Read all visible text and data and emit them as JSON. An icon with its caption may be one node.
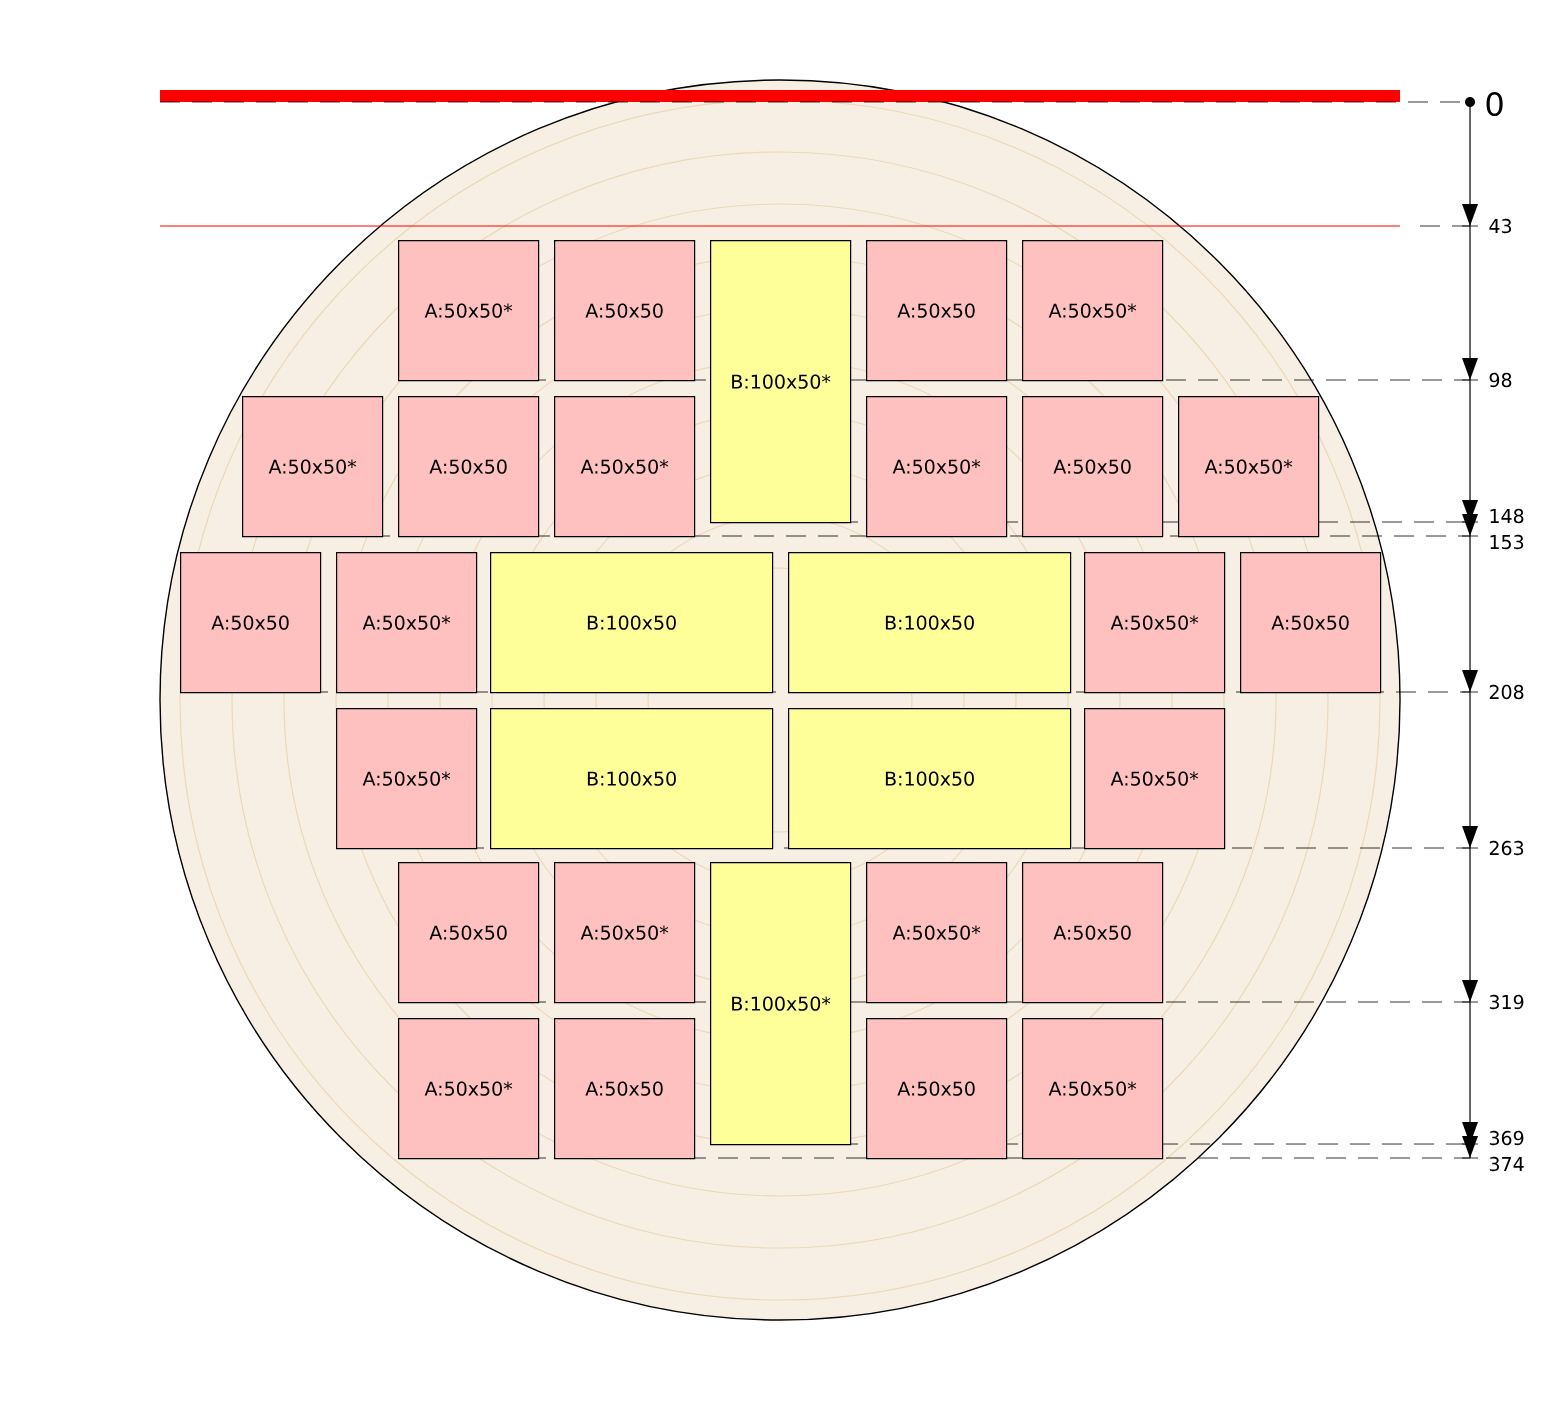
{
  "diagram": {
    "nodes": [
      {
        "text": [
          "A:50x50*"
        ]
      },
      {
        "text": [
          "A:50x50"
        ]
      },
      {
        "text": [
          "B:100x50*"
        ]
      },
      {
        "text": [
          "A:50x50"
        ]
      },
      {
        "text": [
          "A:50x50*"
        ]
      },
      {
        "text": [
          "A:50x50*"
        ]
      },
      {
        "text": [
          "A:50x50"
        ]
      },
      {
        "text": [
          "A:50x50*"
        ]
      },
      {
        "text": [
          "A:50x50*"
        ]
      },
      {
        "text": [
          "A:50x50"
        ]
      },
      {
        "text": [
          "A:50x50*"
        ]
      },
      {
        "text": [
          "A:50x50"
        ]
      },
      {
        "text": [
          "A:50x50*"
        ]
      },
      {
        "text": [
          "B:100x50"
        ]
      },
      {
        "text": [
          "B:100x50"
        ]
      },
      {
        "text": [
          "A:50x50*"
        ]
      },
      {
        "text": [
          "A:50x50"
        ]
      },
      {
        "text": [
          "A:50x50*"
        ]
      },
      {
        "text": [
          "B:100x50"
        ]
      },
      {
        "text": [
          "B:100x50"
        ]
      },
      {
        "text": [
          "A:50x50*"
        ]
      },
      {
        "text": [
          "A:50x50"
        ]
      },
      {
        "text": [
          "A:50x50*"
        ]
      },
      {
        "text": [
          "B:100x50*"
        ]
      },
      {
        "text": [
          "A:50x50*"
        ]
      },
      {
        "text": [
          "A:50x50"
        ]
      },
      {
        "text": [
          "A:50x50*"
        ]
      },
      {
        "text": [
          "A:50x50"
        ]
      },
      {
        "text": [
          "A:50x50"
        ]
      },
      {
        "text": [
          "A:50x50*"
        ]
      }
    ],
    "labels": [
      "0",
      "43",
      "98",
      "148",
      "153",
      "208",
      "263",
      "319",
      "369",
      "374"
    ]
  }
}
